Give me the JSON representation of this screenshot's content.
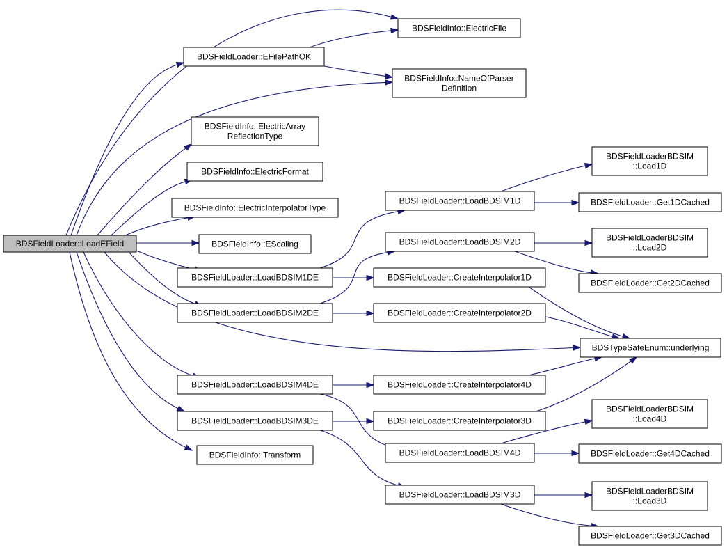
{
  "diagram": {
    "nodes": [
      {
        "id": "root",
        "lines": [
          "BDSFieldLoader::LoadEField"
        ],
        "root": true
      },
      {
        "id": "electricFile",
        "lines": [
          "BDSFieldInfo::ElectricFile"
        ]
      },
      {
        "id": "eFilePathOK",
        "lines": [
          "BDSFieldLoader::EFilePathOK"
        ]
      },
      {
        "id": "nameOfParser",
        "lines": [
          "BDSFieldInfo::NameOfParser",
          "Definition"
        ]
      },
      {
        "id": "electricArrayRefl",
        "lines": [
          "BDSFieldInfo::ElectricArray",
          "ReflectionType"
        ]
      },
      {
        "id": "electricFormat",
        "lines": [
          "BDSFieldInfo::ElectricFormat"
        ]
      },
      {
        "id": "electricInterp",
        "lines": [
          "BDSFieldInfo::ElectricInterpolatorType"
        ]
      },
      {
        "id": "eScaling",
        "lines": [
          "BDSFieldInfo::EScaling"
        ]
      },
      {
        "id": "loadBDSIM1DE",
        "lines": [
          "BDSFieldLoader::LoadBDSIM1DE"
        ]
      },
      {
        "id": "loadBDSIM2DE",
        "lines": [
          "BDSFieldLoader::LoadBDSIM2DE"
        ]
      },
      {
        "id": "loadBDSIM4DE",
        "lines": [
          "BDSFieldLoader::LoadBDSIM4DE"
        ]
      },
      {
        "id": "loadBDSIM3DE",
        "lines": [
          "BDSFieldLoader::LoadBDSIM3DE"
        ]
      },
      {
        "id": "transform",
        "lines": [
          "BDSFieldInfo::Transform"
        ]
      },
      {
        "id": "loadBDSIM1D",
        "lines": [
          "BDSFieldLoader::LoadBDSIM1D"
        ]
      },
      {
        "id": "loadBDSIM2D",
        "lines": [
          "BDSFieldLoader::LoadBDSIM2D"
        ]
      },
      {
        "id": "createInterp1D",
        "lines": [
          "BDSFieldLoader::CreateInterpolator1D"
        ]
      },
      {
        "id": "createInterp2D",
        "lines": [
          "BDSFieldLoader::CreateInterpolator2D"
        ]
      },
      {
        "id": "createInterp4D",
        "lines": [
          "BDSFieldLoader::CreateInterpolator4D"
        ]
      },
      {
        "id": "createInterp3D",
        "lines": [
          "BDSFieldLoader::CreateInterpolator3D"
        ]
      },
      {
        "id": "loadBDSIM4D",
        "lines": [
          "BDSFieldLoader::LoadBDSIM4D"
        ]
      },
      {
        "id": "loadBDSIM3D",
        "lines": [
          "BDSFieldLoader::LoadBDSIM3D"
        ]
      },
      {
        "id": "load1D",
        "lines": [
          "BDSFieldLoaderBDSIM",
          "::Load1D"
        ]
      },
      {
        "id": "get1DCached",
        "lines": [
          "BDSFieldLoader::Get1DCached"
        ]
      },
      {
        "id": "load2D",
        "lines": [
          "BDSFieldLoaderBDSIM",
          "::Load2D"
        ]
      },
      {
        "id": "get2DCached",
        "lines": [
          "BDSFieldLoader::Get2DCached"
        ]
      },
      {
        "id": "underlying",
        "lines": [
          "BDSTypeSafeEnum::underlying"
        ]
      },
      {
        "id": "load4D",
        "lines": [
          "BDSFieldLoaderBDSIM",
          "::Load4D"
        ]
      },
      {
        "id": "get4DCached",
        "lines": [
          "BDSFieldLoader::Get4DCached"
        ]
      },
      {
        "id": "load3D",
        "lines": [
          "BDSFieldLoaderBDSIM",
          "::Load3D"
        ]
      },
      {
        "id": "get3DCached",
        "lines": [
          "BDSFieldLoader::Get3DCached"
        ]
      }
    ],
    "edges": [
      {
        "from": "root",
        "to": "electricFile"
      },
      {
        "from": "root",
        "to": "eFilePathOK"
      },
      {
        "from": "root",
        "to": "nameOfParser"
      },
      {
        "from": "root",
        "to": "electricArrayRefl"
      },
      {
        "from": "root",
        "to": "electricFormat"
      },
      {
        "from": "root",
        "to": "electricInterp"
      },
      {
        "from": "root",
        "to": "eScaling"
      },
      {
        "from": "root",
        "to": "loadBDSIM1DE"
      },
      {
        "from": "root",
        "to": "loadBDSIM2DE"
      },
      {
        "from": "root",
        "to": "underlying"
      },
      {
        "from": "root",
        "to": "loadBDSIM4DE"
      },
      {
        "from": "root",
        "to": "loadBDSIM3DE"
      },
      {
        "from": "root",
        "to": "transform"
      },
      {
        "from": "eFilePathOK",
        "to": "electricFile"
      },
      {
        "from": "eFilePathOK",
        "to": "nameOfParser"
      },
      {
        "from": "loadBDSIM1DE",
        "to": "loadBDSIM1D"
      },
      {
        "from": "loadBDSIM1DE",
        "to": "createInterp1D"
      },
      {
        "from": "loadBDSIM2DE",
        "to": "loadBDSIM2D"
      },
      {
        "from": "loadBDSIM2DE",
        "to": "createInterp2D"
      },
      {
        "from": "loadBDSIM4DE",
        "to": "createInterp4D"
      },
      {
        "from": "loadBDSIM4DE",
        "to": "loadBDSIM4D"
      },
      {
        "from": "loadBDSIM3DE",
        "to": "createInterp3D"
      },
      {
        "from": "loadBDSIM3DE",
        "to": "loadBDSIM3D"
      },
      {
        "from": "loadBDSIM1D",
        "to": "load1D"
      },
      {
        "from": "loadBDSIM1D",
        "to": "get1DCached"
      },
      {
        "from": "loadBDSIM2D",
        "to": "load2D"
      },
      {
        "from": "loadBDSIM2D",
        "to": "get2DCached"
      },
      {
        "from": "createInterp1D",
        "to": "underlying"
      },
      {
        "from": "createInterp2D",
        "to": "underlying"
      },
      {
        "from": "createInterp4D",
        "to": "underlying"
      },
      {
        "from": "createInterp3D",
        "to": "underlying"
      },
      {
        "from": "loadBDSIM4D",
        "to": "load4D"
      },
      {
        "from": "loadBDSIM4D",
        "to": "get4DCached"
      },
      {
        "from": "loadBDSIM3D",
        "to": "load3D"
      },
      {
        "from": "loadBDSIM3D",
        "to": "get3DCached"
      }
    ],
    "colors": {
      "edge": "#191970",
      "root_fill": "#bfbfbf",
      "node_fill": "#ffffff",
      "node_stroke": "#000000"
    }
  }
}
